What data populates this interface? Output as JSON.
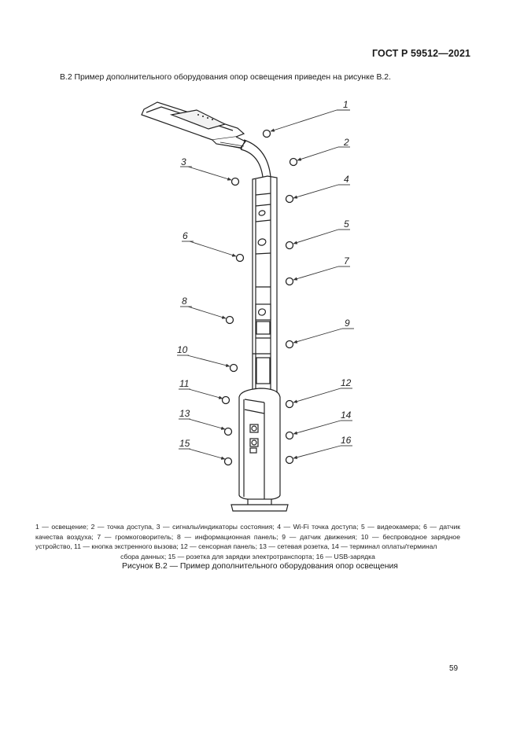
{
  "header": {
    "standard_number": "ГОСТ Р 59512—2021"
  },
  "intro": {
    "text": "В.2 Пример дополнительного оборудования опор освещения приведен на рисунке В.2."
  },
  "figure": {
    "callouts": [
      {
        "num": "1",
        "side": "right"
      },
      {
        "num": "2",
        "side": "right"
      },
      {
        "num": "3",
        "side": "left"
      },
      {
        "num": "4",
        "side": "right"
      },
      {
        "num": "5",
        "side": "right"
      },
      {
        "num": "6",
        "side": "left"
      },
      {
        "num": "7",
        "side": "right"
      },
      {
        "num": "8",
        "side": "left"
      },
      {
        "num": "9",
        "side": "right"
      },
      {
        "num": "10",
        "side": "left"
      },
      {
        "num": "11",
        "side": "left"
      },
      {
        "num": "12",
        "side": "right"
      },
      {
        "num": "13",
        "side": "left"
      },
      {
        "num": "14",
        "side": "right"
      },
      {
        "num": "15",
        "side": "left"
      },
      {
        "num": "16",
        "side": "right"
      }
    ],
    "legend": [
      {
        "num": "1",
        "text": "освещение"
      },
      {
        "num": "2",
        "text": "точка доступа"
      },
      {
        "num": "3",
        "text": "сигналы/индикаторы состояния"
      },
      {
        "num": "4",
        "text": "Wi-Fi точка доступа"
      },
      {
        "num": "5",
        "text": "видеокамера"
      },
      {
        "num": "6",
        "text": "датчик качества воздуха"
      },
      {
        "num": "7",
        "text": "громкоговоритель"
      },
      {
        "num": "8",
        "text": "информационная панель"
      },
      {
        "num": "9",
        "text": "датчик движения"
      },
      {
        "num": "10",
        "text": "беспроводное зарядное устройство"
      },
      {
        "num": "11",
        "text": "кнопка экстренного вызова"
      },
      {
        "num": "12",
        "text": "сенсорная панель"
      },
      {
        "num": "13",
        "text": "сетевая розетка"
      },
      {
        "num": "14",
        "text": "терминал оплаты/терминал сбора данных"
      },
      {
        "num": "15",
        "text": "розетка для зарядки электротранспорта"
      },
      {
        "num": "16",
        "text": "USB-зарядка"
      }
    ],
    "legend_lines": [
      "1 — освещение; 2 — точка доступа, 3 — сигналы/индикаторы состояния; 4 — Wi-Fi точка доступа; 5 — видеокамера; 6 — датчик",
      "качества воздуха; 7 — громкоговоритель; 8 — информационная панель; 9 — датчик движения; 10 — беспроводное зарядное",
      "устройство, 11 — кнопка экстренного вызова; 12 — сенсорная панель; 13 — сетевая розетка, 14 — терминал оплаты/терминал",
      "сбора данных; 15 — розетка для зарядки электротранспорта; 16 — USB-зарядка"
    ],
    "caption": "Рисунок В.2 — Пример дополнительного оборудования опор освещения"
  },
  "footer": {
    "page_number": "59"
  }
}
